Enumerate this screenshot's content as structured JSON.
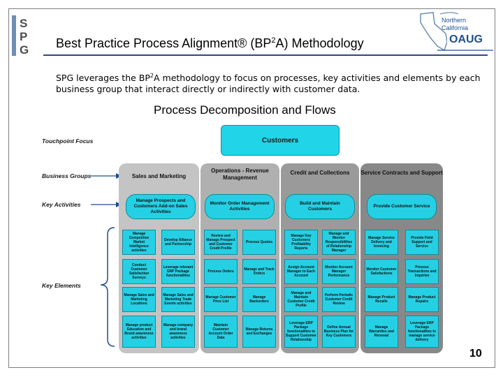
{
  "logo": {
    "letters": [
      "S",
      "P",
      "G"
    ]
  },
  "header": {
    "title_main": "Best Practice Process Alignment® (BP",
    "title_sup": "2",
    "title_end": "A) Methodology"
  },
  "oaug": {
    "line1": "Northern",
    "line2": "California",
    "brand": "OAUG"
  },
  "intro": {
    "pre": "SPG leverages the BP",
    "sup": "2",
    "post": "A methodology to focus on processes, key activities and elements by each business group that interact directly or indirectly with customer data."
  },
  "diagram": {
    "title": "Process Decomposition and Flows",
    "row_labels": {
      "touchpoint": "Touchpoint Focus",
      "groups": "Business Groups",
      "activities": "Key Activities",
      "elements": "Key Elements"
    },
    "customers": "Customers",
    "columns": [
      {
        "head": "Sales and Marketing",
        "activity": "Manage Prospects and Customers Add-on Sales Activities",
        "elements": [
          "Manage Competitive Market Intelligence activities",
          "Develop Alliance and Partnership",
          "Conduct Customer Satisfaction Surveys",
          "Leverage relevant ERP Package functionalities",
          "Manage Sales and Marketing Locations",
          "Manage Sales and Marketing Trade Events activities",
          "Manage product Education and Brand awareness activities",
          "Manage company and brand awareness activities"
        ]
      },
      {
        "head": "Operations - Revenue Management",
        "activity": "Monitor Order Management Activities",
        "elements": [
          "Review and Manage Prospect and Customer Credit Profile",
          "Process Quotes",
          "Process Orders",
          "Manage and Track Orders",
          "Manage Customer Price List",
          "Manage Backorders",
          "Maintain Customer Account Order Data",
          "Manage Returns and Exchanges"
        ]
      },
      {
        "head": "Credit and Collections",
        "activity": "Build and Maintain Customers",
        "elements": [
          "Manage Key Customers Profitability Reports",
          "Manage and Monitor Responsibilities of Relationship Manager",
          "Assign Account Manager to Each Account",
          "Monitor Account Manager Performance",
          "Manage and Maintain Customer Credit Profile",
          "Perform Periodic Customer Credit Review",
          "Leverage ERP Package functionalities to Support Customer Relationship",
          "Define Annual Business Plan for Key Customers"
        ]
      },
      {
        "head": "Service Contracts and Support",
        "activity": "Provide Customer Service",
        "elements": [
          "Manage Service Delivery and Invoicing",
          "Provide Field Support and Service",
          "Monitor Customer Satisfactions",
          "Process Transactions and Inquiries",
          "Manage Product Recalls",
          "Manage Product Repairs",
          "Manage Warranties and Renewal",
          "Leverage ERP Package functionalities to manage service delivery"
        ]
      }
    ]
  },
  "page_number": "10",
  "colors": {
    "cyan": "#25d0e4",
    "col_light": "#c4c4c4",
    "col_mid": "#b0b0b0",
    "col_dark": "#9a9a9a",
    "col_darker": "#888888",
    "rule": "#2e4a7a"
  }
}
